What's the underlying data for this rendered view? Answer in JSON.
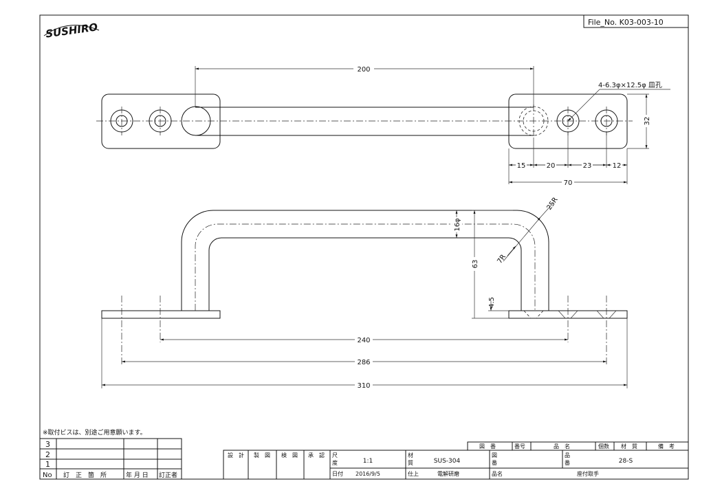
{
  "header": {
    "logo": "SUSHIRO",
    "file_no": "File_No.  K03-003-10"
  },
  "views": {
    "top": {
      "dim_200": "200",
      "hole_note": "4-6.3φ×12.5φ 皿孔",
      "dim_32": "32",
      "dim_15": "15",
      "dim_20": "20",
      "dim_23": "23",
      "dim_12": "12",
      "dim_70": "70"
    },
    "front": {
      "dim_16": "16φ",
      "dim_25r": "25R",
      "dim_7r": "7R",
      "dim_63": "63",
      "dim_4_5": "4.5",
      "dim_240": "240",
      "dim_286": "286",
      "dim_310": "310"
    }
  },
  "notes": {
    "screws": "※取付ビスは、別途ご用意願います。"
  },
  "revision_table": {
    "rows": [
      "3",
      "2",
      "1"
    ],
    "headers": {
      "no": "No",
      "place": "訂　正　箇　所",
      "date": "年 月 日",
      "person": "訂正者"
    }
  },
  "title_block": {
    "parts_header": {
      "drawing_no": "図　番",
      "number": "番号",
      "name": "品　名",
      "qty": "個数",
      "material": "材　質",
      "remarks": "備　考"
    },
    "design": "設　計",
    "drawn": "製　図",
    "checked": "検　図",
    "approved": "承　認",
    "scale_label_1": "尺",
    "scale_label_2": "度",
    "scale_value": "1:1",
    "date_label": "日付",
    "date_value": "2016/9/5",
    "material_label_1": "材",
    "material_label_2": "質",
    "material_value": "SUS-304",
    "finish_label": "仕上",
    "finish_value": "電解研磨",
    "drawno_label_1": "図",
    "drawno_label_2": "番",
    "partno_label_1": "品",
    "partno_label_2": "番",
    "partno_value": "28-S",
    "name_label": "品名",
    "name_value": "座付取手"
  }
}
